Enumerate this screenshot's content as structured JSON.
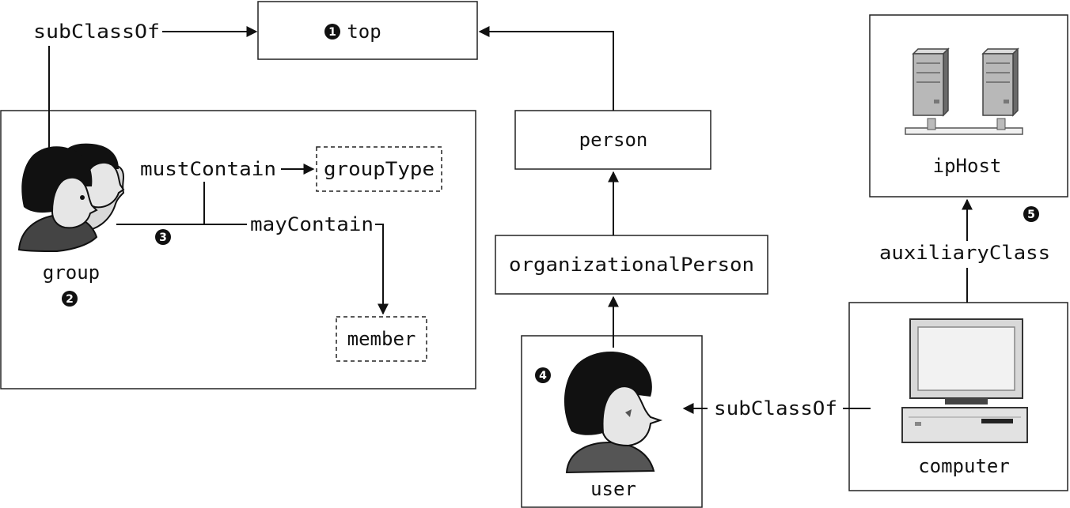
{
  "labels": {
    "top": "top",
    "subclassof_top": "subClassOf",
    "group": "group",
    "must_contain": "mustContain",
    "group_type": "groupType",
    "may_contain": "mayContain",
    "member": "member",
    "person": "person",
    "organizational_person": "organizationalPerson",
    "user": "user",
    "subclassof_computer": "subClassOf",
    "ip_host": "ipHost",
    "auxiliary_class": "auxiliaryClass",
    "computer": "computer"
  },
  "badges": {
    "b1": "1",
    "b2": "2",
    "b3": "3",
    "b4": "4",
    "b5": "5"
  }
}
